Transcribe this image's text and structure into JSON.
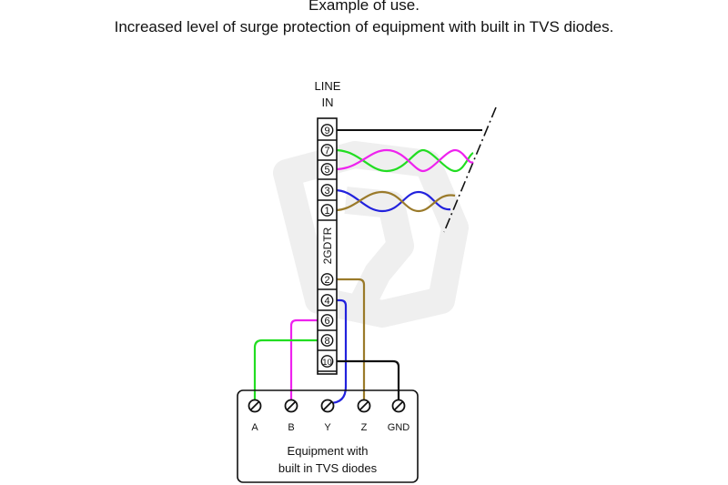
{
  "header": {
    "title_line1": "Example of use.",
    "title_line2": "Increased level of surge protection of equipment with built in TVS diodes."
  },
  "module": {
    "label_line1": "LINE",
    "label_line2": "IN",
    "name": "2GDTR",
    "terminals_top": [
      "9",
      "7",
      "5",
      "3",
      "1"
    ],
    "terminals_bottom": [
      "2",
      "4",
      "6",
      "8",
      "10"
    ]
  },
  "equipment": {
    "terminals": [
      "A",
      "B",
      "Y",
      "Z",
      "GND"
    ],
    "label_line1": "Equipment with",
    "label_line2": "built in TVS diodes"
  },
  "colors": {
    "green": "#22dd22",
    "magenta": "#ee22ee",
    "blue": "#2222dd",
    "brown": "#9a7a2a",
    "black": "#111111",
    "watermark": "#eeeeee"
  }
}
